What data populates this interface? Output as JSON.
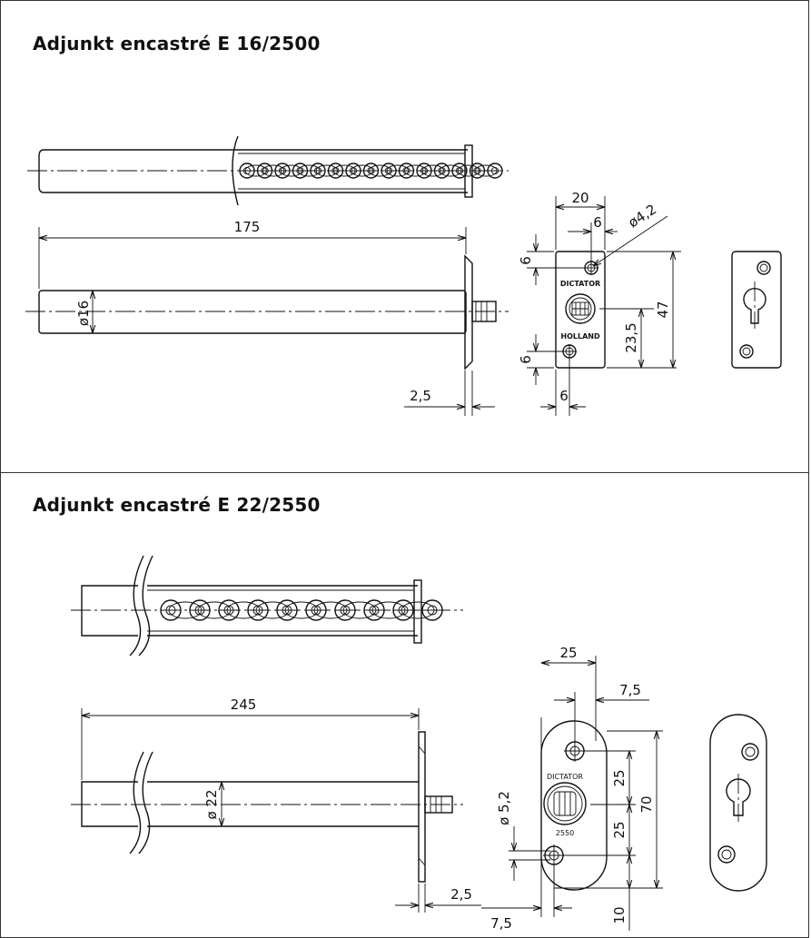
{
  "section1": {
    "title": "Adjunkt encastré E 16/2500",
    "dims": {
      "length": "175",
      "diameter": "ø16",
      "flange": "2,5",
      "plate_width": "20",
      "hole_offset_x": "6",
      "hole_dia": "ø4,2",
      "top_margin": "6",
      "bottom_margin": "6",
      "bottom_offset_x": "6",
      "center_height": "23,5",
      "plate_height": "47"
    },
    "plate_brand_top": "DICTATOR",
    "plate_brand_bottom": "HOLLAND"
  },
  "section2": {
    "title": "Adjunkt encastré E 22/2550",
    "dims": {
      "length": "245",
      "diameter": "ø 22",
      "flange": "2,5",
      "plate_width": "25",
      "hole_offset_x": "7,5",
      "hole_dia": "ø 5,2",
      "upper_half": "25",
      "lower_half": "25",
      "plate_height": "70",
      "bottom_margin": "10",
      "bottom_offset_x": "7,5"
    },
    "plate_brand_top": "DICTATOR",
    "plate_model": "2550"
  }
}
